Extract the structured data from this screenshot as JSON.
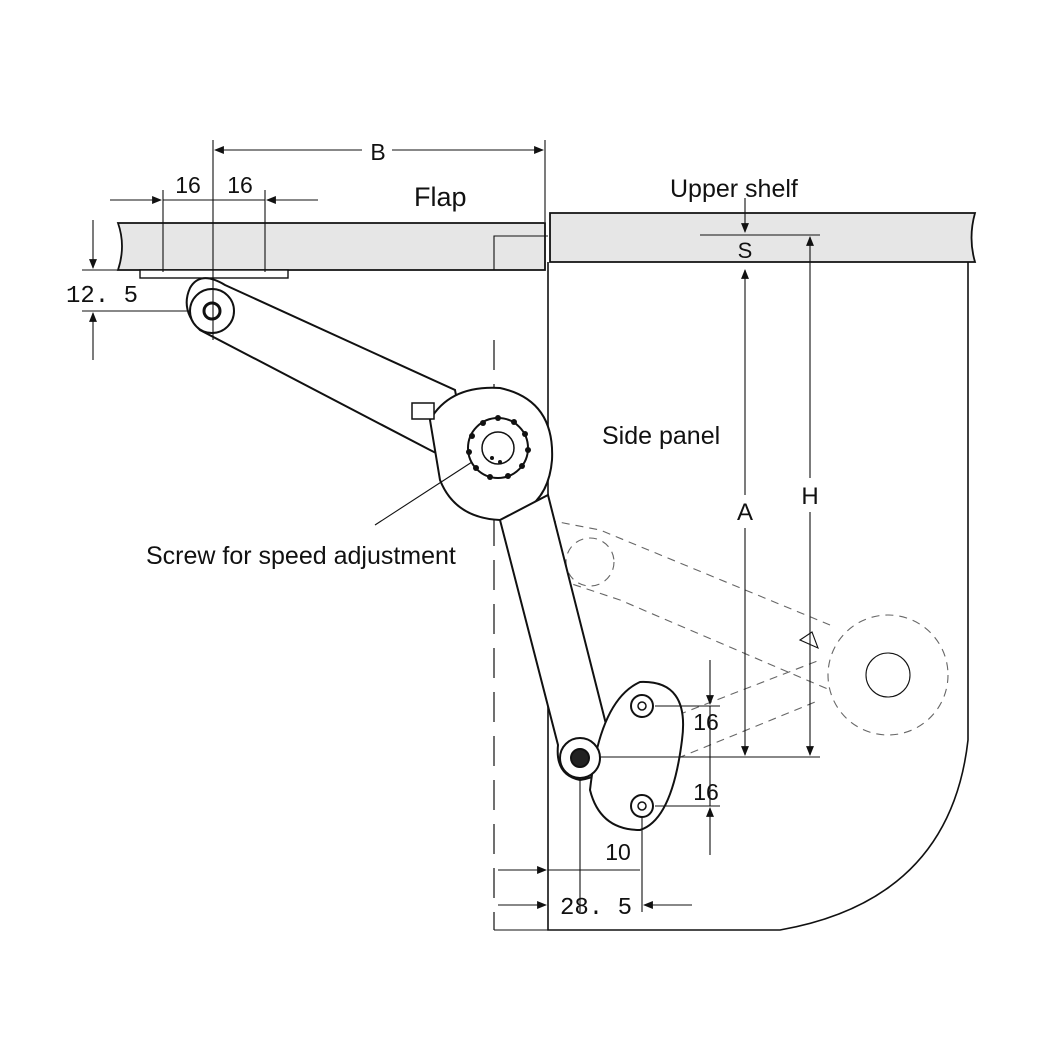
{
  "labels": {
    "flap": "Flap",
    "upper_shelf": "Upper shelf",
    "side_panel": "Side panel",
    "screw": "Screw for speed adjustment"
  },
  "dimensions": {
    "b": "B",
    "left_16": "16",
    "right_16": "16",
    "height_12_5": "12. 5",
    "s": "S",
    "a": "A",
    "h": "H",
    "bracket_16_top": "16",
    "bracket_16_bottom": "16",
    "offset_10": "10",
    "offset_28_5": "28. 5"
  }
}
